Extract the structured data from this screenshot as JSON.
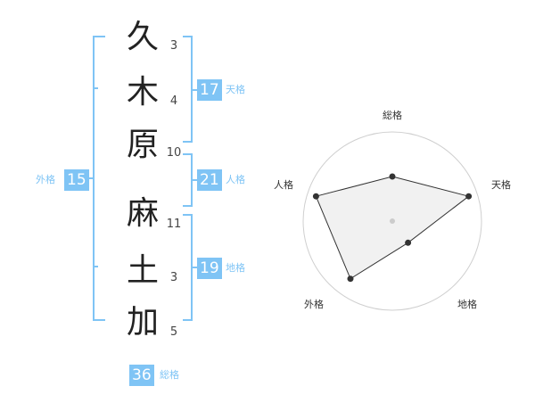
{
  "name": {
    "characters": [
      {
        "char": "久",
        "strokes": "3"
      },
      {
        "char": "木",
        "strokes": "4"
      },
      {
        "char": "原",
        "strokes": "10"
      },
      {
        "char": "麻",
        "strokes": "11"
      },
      {
        "char": "土",
        "strokes": "3"
      },
      {
        "char": "加",
        "strokes": "5"
      }
    ]
  },
  "fortune": {
    "tenkaku": {
      "value": "17",
      "label": "天格"
    },
    "jinkaku": {
      "value": "21",
      "label": "人格"
    },
    "chikaku": {
      "value": "19",
      "label": "地格"
    },
    "gaikaku": {
      "value": "15",
      "label": "外格"
    },
    "soukaku": {
      "value": "36",
      "label": "総格"
    }
  },
  "accent_color": "#7fc4f5",
  "chart_data": {
    "type": "radar",
    "axes": [
      "総格",
      "天格",
      "地格",
      "外格",
      "人格"
    ],
    "values": [
      0.5,
      0.9,
      0.3,
      0.8,
      0.9
    ],
    "max": 1,
    "rings": 4
  }
}
